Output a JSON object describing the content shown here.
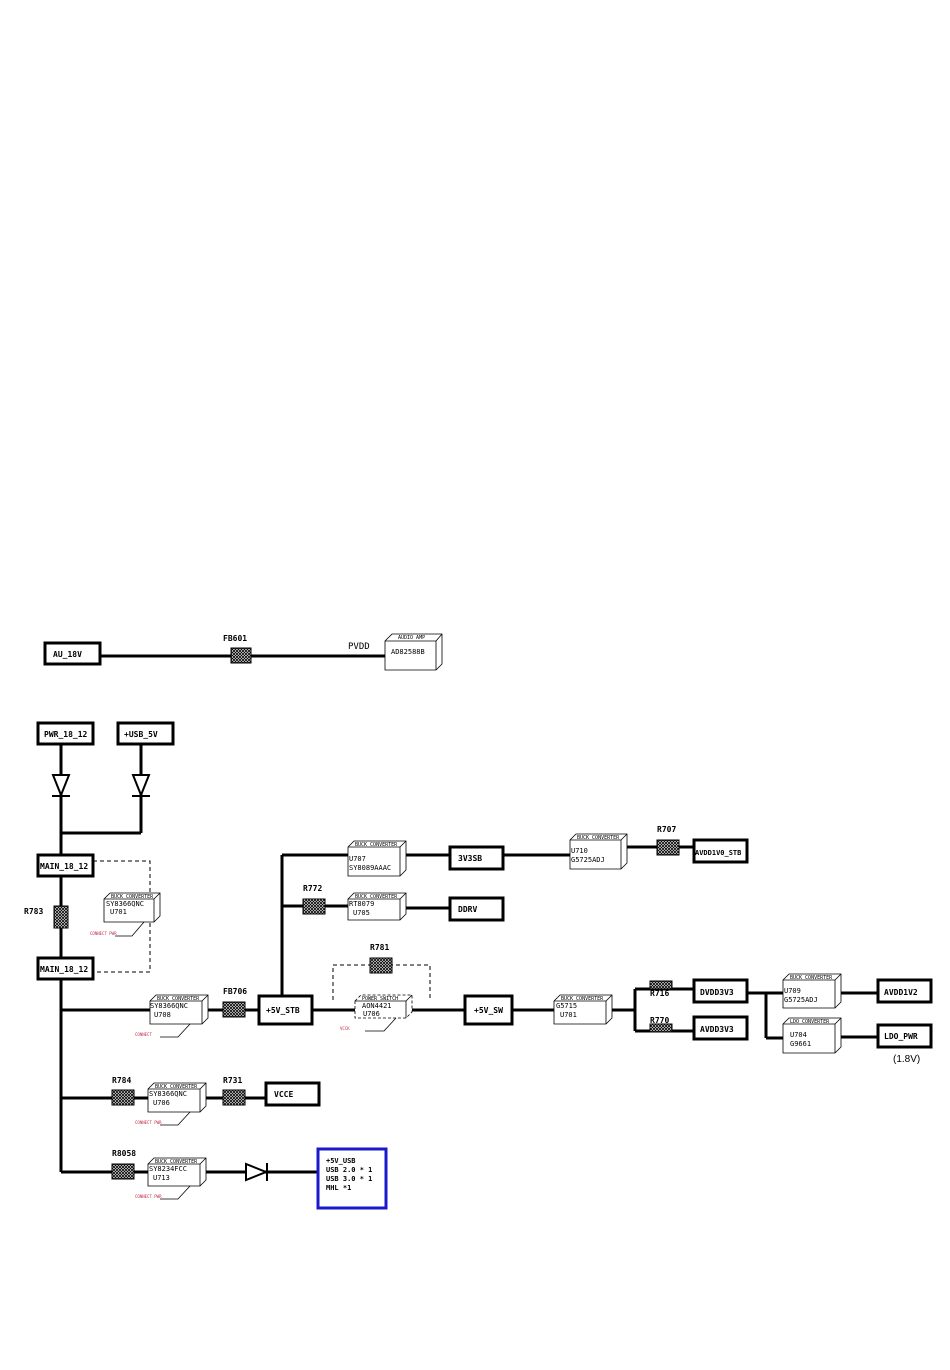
{
  "boxes": {
    "au18v": "AU_18V",
    "pwr1812": "PWR_18_12",
    "usb5v": "+USB_5V",
    "main1812a": "MAIN_18_12",
    "main1812b": "MAIN_18_12",
    "v5stb": "+5V_STB",
    "v5sw": "+5V_SW",
    "v3v3sb": "3V3SB",
    "ddrv": "DDRV",
    "vcce": "VCCE",
    "avdd1v0": "AVDD1V0_STB",
    "dvdd3v3": "DVDD3V3",
    "avdd3v3": "AVDD3V3",
    "avdd1v2": "AVDD1V2",
    "ldopwr": "LDO_PWR"
  },
  "refs": {
    "fb601": "FB601",
    "r783": "R783",
    "fb706": "FB706",
    "r772": "R772",
    "r781": "R781",
    "r707": "R707",
    "r716": "R716",
    "r770": "R770",
    "r784": "R784",
    "r731": "R731",
    "r8058": "R8058"
  },
  "net": {
    "pvdd": "PVDD"
  },
  "chips": {
    "amp": {
      "header": "AUDIO AMP",
      "line1": "AD82588B",
      "line2": ""
    },
    "u701": {
      "header": "BUCK CONVERTER",
      "line1": "SY8366QNC",
      "line2": "U701"
    },
    "u708": {
      "header": "BUCK CONVERTER",
      "line1": "SY8366QNC",
      "line2": "U708"
    },
    "u707": {
      "header": "BUCK CONVERTER",
      "line1": "U707",
      "line2": "SY8089AAAC"
    },
    "u705": {
      "header": "BUCK CONVERTER",
      "line1": "RT8079",
      "line2": "U705"
    },
    "u710": {
      "header": "BUCK CONVERTER",
      "line1": "U710",
      "line2": "G5725ADJ"
    },
    "u706s": {
      "header": "POWER SWITCH",
      "line1": "AON4421",
      "line2": "U706"
    },
    "u7xx": {
      "header": "BUCK CONVERTER",
      "line1": "G5715",
      "line2": "U701"
    },
    "u709": {
      "header": "BUCK CONVERTER",
      "line1": "U709",
      "line2": "G5725ADJ"
    },
    "u704": {
      "header": "LDO CONVERTER",
      "line1": "U704",
      "line2": "G9661"
    },
    "u706": {
      "header": "BUCK CONVERTER",
      "line1": "SY8366QNC",
      "line2": "U706"
    },
    "u713": {
      "header": "BUCK CONVERTER",
      "line1": "SY8234FCC",
      "line2": "U713"
    }
  },
  "notes": {
    "n1": "CONNECT PWR",
    "n2": "CONNECT",
    "n3": "VCCK",
    "n4": "CONNECT PWR",
    "n5": "CONNECT PWR"
  },
  "usb_box": {
    "line1": "+5V_USB",
    "line2": "USB 2.0 * 1",
    "line3": "USB 3.0 * 1",
    "line4": "MHL *1"
  },
  "voltage_note": "(1.8V)",
  "colors": {
    "line": "#000000",
    "usb_box_border": "#1a1acc",
    "note_text": "#c0304a"
  }
}
